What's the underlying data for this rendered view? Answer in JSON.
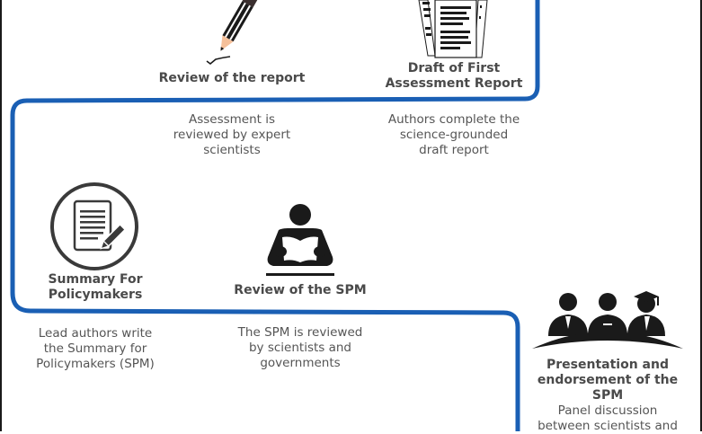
{
  "diagram": {
    "title": "IPCC assessment process",
    "colors": {
      "path": "#1a5fb4",
      "title_text": "#4a4a4a",
      "desc_text": "#555555",
      "icon": "#1a1a1a"
    },
    "steps": [
      {
        "id": "review-report",
        "icon": "pencil-icon",
        "title": "Review of the report",
        "description": "Assessment is reviewed by expert scientists"
      },
      {
        "id": "draft-first",
        "icon": "document-stack-icon",
        "title": "Draft of First Assessment Report",
        "title_lines": [
          "Draft of First",
          "Assessment Report"
        ],
        "description": "Authors complete the science-grounded draft report",
        "description_lines": [
          "Authors complete the",
          "science-grounded",
          "draft report"
        ]
      },
      {
        "id": "summary-policymakers",
        "icon": "document-edit-circle-icon",
        "title_lines": [
          "Summary For",
          "Policymakers"
        ],
        "description_lines": [
          "Lead authors write",
          "the Summary for",
          "Policymakers (SPM)"
        ]
      },
      {
        "id": "review-spm",
        "icon": "reader-icon",
        "title": "Review of the SPM",
        "description_lines": [
          "The SPM is reviewed",
          "by scientists and",
          "governments"
        ]
      },
      {
        "id": "presentation-endorsement",
        "icon": "panel-discussion-icon",
        "title_lines": [
          "Presentation and",
          "endorsement of the",
          "SPM"
        ],
        "description_lines": [
          "Panel discussion",
          "between scientists and"
        ]
      }
    ],
    "review_report_desc_lines": [
      "Assessment is",
      "reviewed by expert",
      "scientists"
    ]
  }
}
